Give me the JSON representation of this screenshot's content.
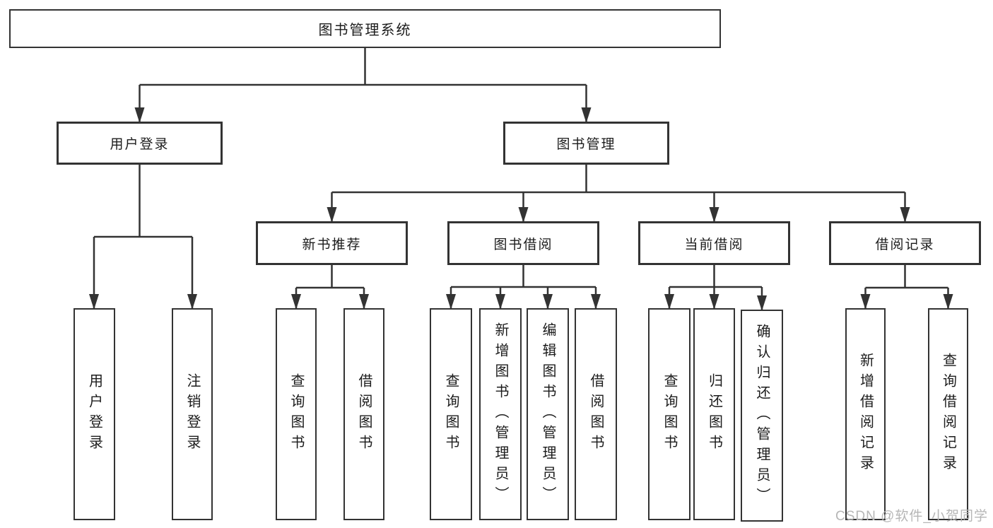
{
  "diagram": {
    "title": "图书管理系统",
    "root": {
      "label": "图书管理系统"
    },
    "branches": [
      {
        "label": "用户登录",
        "children": [
          {
            "label": "用户登录"
          },
          {
            "label": "注销登录"
          }
        ]
      },
      {
        "label": "图书管理",
        "children": [
          {
            "label": "新书推荐",
            "children": [
              {
                "label": "查询图书"
              },
              {
                "label": "借阅图书"
              }
            ]
          },
          {
            "label": "图书借阅",
            "children": [
              {
                "label": "查询图书"
              },
              {
                "label": "新增图书（管理员）"
              },
              {
                "label": "编辑图书（管理员）"
              },
              {
                "label": "借阅图书"
              }
            ]
          },
          {
            "label": "当前借阅",
            "children": [
              {
                "label": "查询图书"
              },
              {
                "label": "归还图书"
              },
              {
                "label": "确认归还（管理员）"
              }
            ]
          },
          {
            "label": "借阅记录",
            "children": [
              {
                "label": "新增借阅记录"
              },
              {
                "label": "查询借阅记录"
              }
            ]
          }
        ]
      }
    ]
  },
  "watermark": {
    "label": "CSDN @软件_小贺同学"
  },
  "colors": {
    "line": "#333333",
    "box_border": "#333333",
    "box_fill": "#ffffff",
    "text": "#1c1c1c",
    "watermark": "#b6b6b6"
  }
}
